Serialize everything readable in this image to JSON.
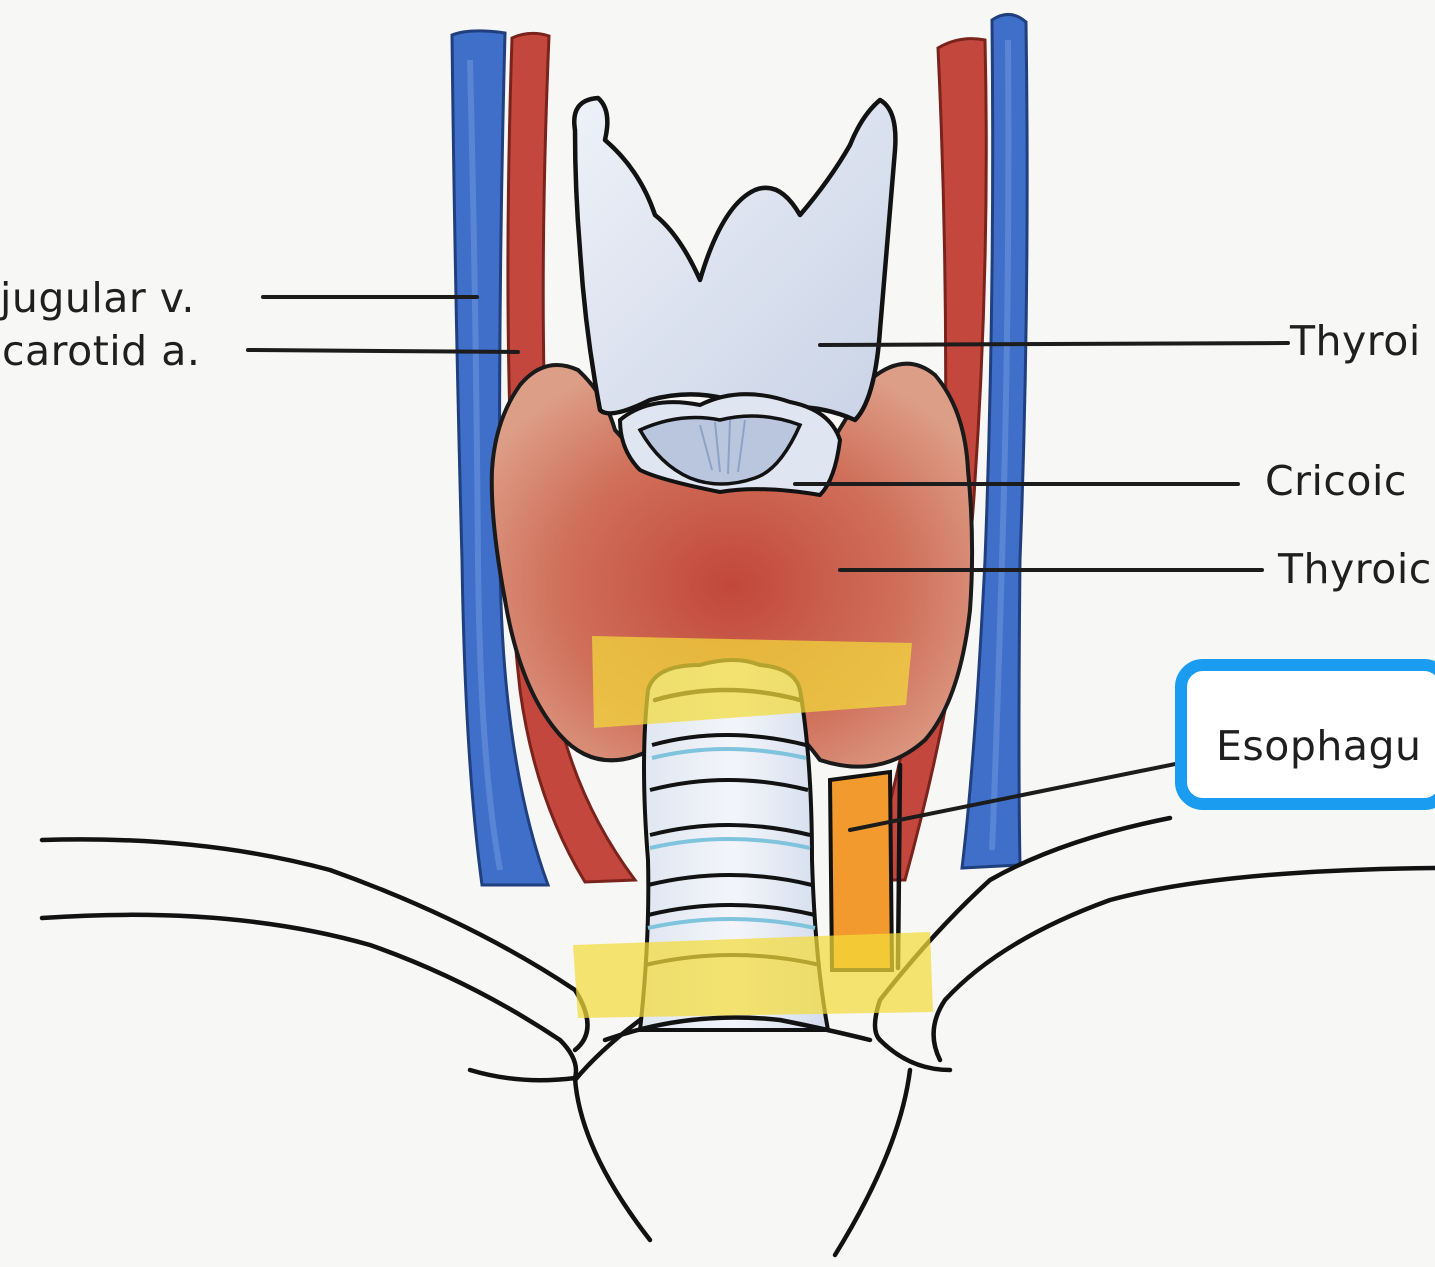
{
  "labels": {
    "jugular": "jugular v.",
    "carotid": "carotid a.",
    "thyroid_cartilage": "Thyroi",
    "cricoid": "Cricoic",
    "thyroid_gland": "Thyroic",
    "esophagus": "Esophagu"
  },
  "colors": {
    "vein": "#3f6fc9",
    "artery": "#c4473d",
    "thyroid_gland": "#cf6a54",
    "cartilage": "#d9e0ee",
    "esophagus": "#f29a2e",
    "highlight": "#f3db3a",
    "selection_border": "#1a9cf0",
    "background": "#f7f7f6"
  }
}
